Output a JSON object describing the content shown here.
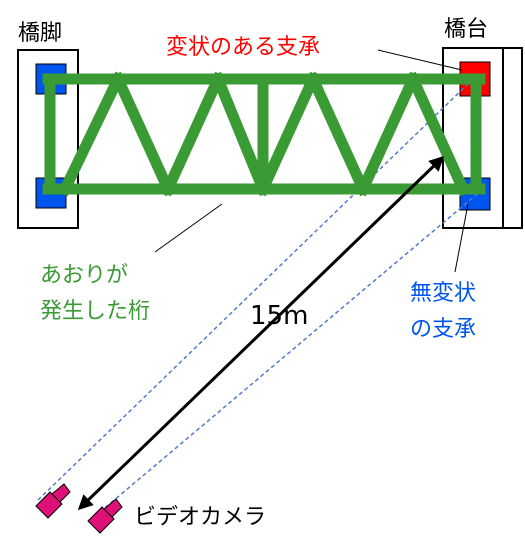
{
  "labels": {
    "pier": "橋脚",
    "abutment": "橋台",
    "deformed_bearing": "変状のある支承",
    "swaying_girder_line1": "あおりが",
    "swaying_girder_line2": "発生した桁",
    "normal_bearing_line1": "無変状",
    "normal_bearing_line2": "の支承",
    "distance": "15m",
    "video_camera": "ビデオカメラ"
  },
  "colors": {
    "truss": "#3a9a34",
    "deformed_bearing": "#ff0000",
    "normal_bearing": "#0055ee",
    "deformed_label": "#ff0000",
    "girder_label": "#3a9a34",
    "normal_label": "#0055ee",
    "sightline": "#5577cc",
    "camera": "#dd1177"
  }
}
